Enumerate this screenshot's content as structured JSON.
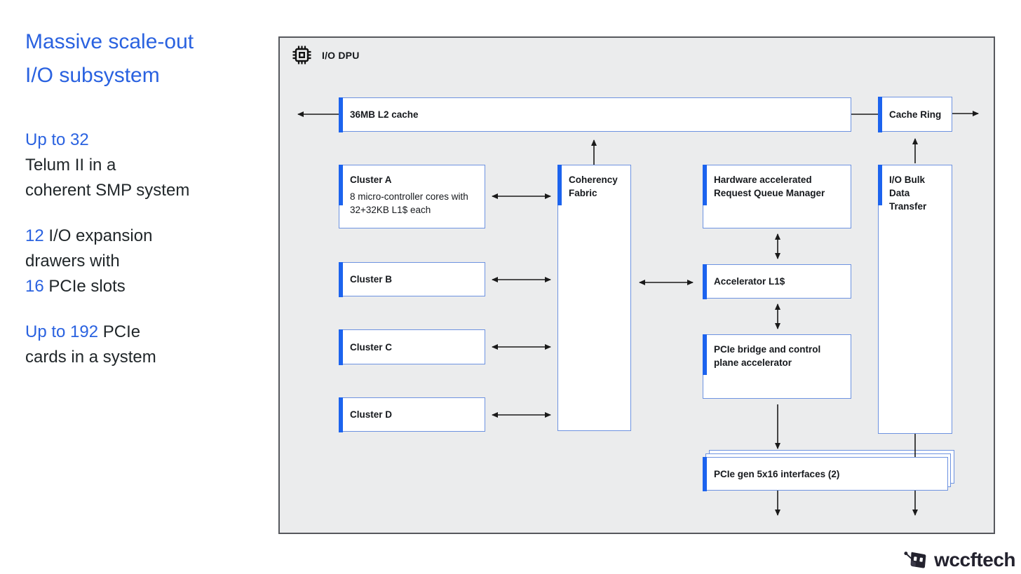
{
  "sidebar": {
    "title": "Massive scale-out\nI/O subsystem",
    "stats": [
      {
        "highlight": "Up to 32\n",
        "rest": "Telum II in a\ncoherent SMP system"
      },
      {
        "h1": "12",
        "t1": " I/O expansion\ndrawers with\n",
        "h2": "16",
        "t2": " PCIe slots"
      },
      {
        "highlight": "Up to 192",
        "rest": " PCIe\ncards in a system"
      }
    ]
  },
  "diagram": {
    "header": {
      "label": "I/O DPU",
      "icon": "chip-icon"
    },
    "blocks": {
      "l2_cache": "36MB L2 cache",
      "cache_ring": "Cache Ring",
      "cluster_a": {
        "title": "Cluster A",
        "desc": "8 micro-controller cores with 32+32KB L1$ each"
      },
      "cluster_b": "Cluster B",
      "cluster_c": "Cluster C",
      "cluster_d": "Cluster D",
      "coherency_fabric": "Coherency Fabric",
      "request_queue_manager": "Hardware accelerated Request Queue Manager",
      "io_bulk_transfer": "I/O Bulk Data Transfer",
      "accelerator_l1": "Accelerator L1$",
      "pcie_bridge": "PCIe bridge and control plane accelerator",
      "pcie_interfaces": "PCIe gen 5x16 interfaces (2)"
    }
  },
  "footer": {
    "brand": "wccftech"
  },
  "colors": {
    "blue_text": "#2a62e0",
    "accent": "#1c63ee",
    "box_border": "#6d92e0",
    "outer_border": "#56585d",
    "canvas_bg": "#ebeced",
    "arrow": "#1a1a1a",
    "text_dark": "#21272a",
    "brand": "#23222e"
  }
}
